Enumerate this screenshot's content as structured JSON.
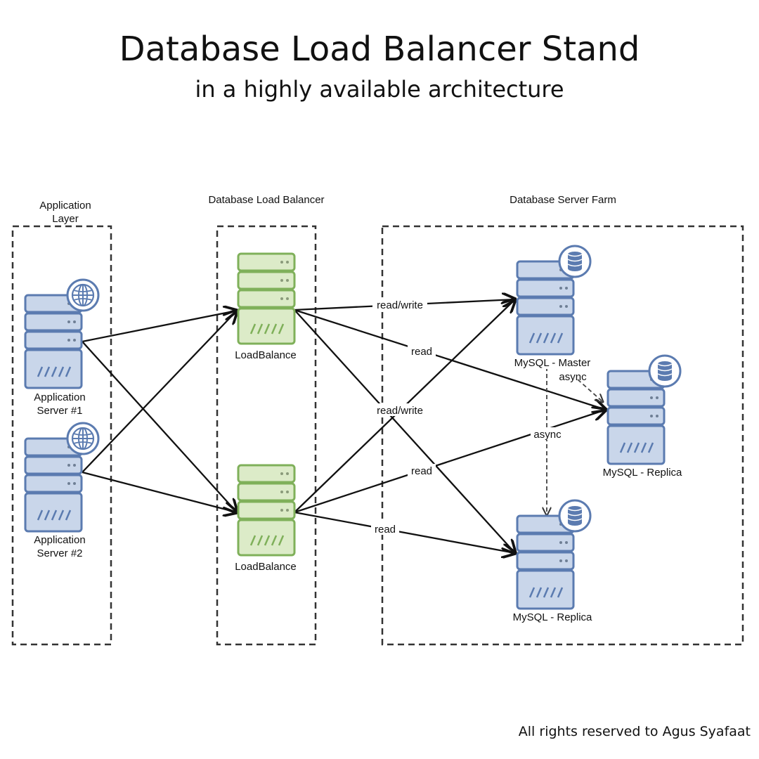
{
  "title": "Database Load Balancer Stand",
  "subtitle": "in a highly available architecture",
  "footer": "All rights reserved to Agus Syafaat",
  "colors": {
    "server_fill": "#c9d6ea",
    "server_stroke": "#5b7bb0",
    "lb_fill": "#dcebc8",
    "lb_stroke": "#7fb05a",
    "line": "#111111"
  },
  "groups": {
    "app_layer": {
      "label_line1": "Application",
      "label_line2": "Layer"
    },
    "db_lb": {
      "label": "Database Load Balancer"
    },
    "db_farm": {
      "label": "Database Server Farm"
    }
  },
  "nodes": {
    "app1": {
      "line1": "Application",
      "line2": "Server #1",
      "icon": "globe-icon"
    },
    "app2": {
      "line1": "Application",
      "line2": "Server #2",
      "icon": "globe-icon"
    },
    "lb1": {
      "label": "LoadBalance"
    },
    "lb2": {
      "label": "LoadBalance"
    },
    "master": {
      "label": "MySQL - Master",
      "icon": "database-icon"
    },
    "replica1": {
      "label": "MySQL - Replica",
      "icon": "database-icon"
    },
    "replica2": {
      "label": "MySQL - Replica",
      "icon": "database-icon"
    }
  },
  "edges": {
    "lb1_master": "read/write",
    "lb1_replica1": "read",
    "lb2_master": "read/write",
    "lb2_replica1": "read",
    "lb2_replica2": "read",
    "async_replica1": "async",
    "async_replica2": "async"
  }
}
